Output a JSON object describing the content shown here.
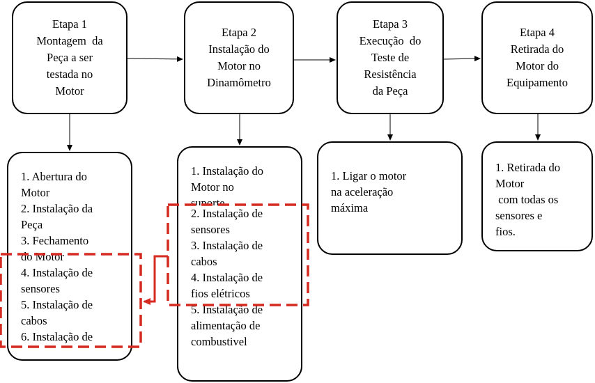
{
  "stages": [
    {
      "lines": [
        "Etapa 1",
        "Montagem  da",
        "Peça a ser",
        "testada no",
        "Motor"
      ]
    },
    {
      "lines": [
        "Etapa 2",
        "Instalação do",
        "Motor no",
        "Dinamômetro"
      ]
    },
    {
      "lines": [
        "Etapa 3",
        "Execução  do",
        "Teste de",
        "Resistência",
        "da Peça"
      ]
    },
    {
      "lines": [
        "Etapa 4",
        "Retirada do",
        "Motor do",
        "Equipamento"
      ]
    }
  ],
  "details": [
    {
      "lines": [
        "1. Abertura do",
        "Motor",
        "2. Instalação da",
        "Peça",
        "3. Fechamento",
        "do Motor",
        "4. Instalação de",
        "sensores",
        "5. Instalação de",
        "cabos",
        "6. Instalação de"
      ]
    },
    {
      "lines": [
        "1. Instalação do",
        "Motor no",
        "suporte",
        "2. Instalação de",
        "sensores",
        "3. Instalação de",
        "cabos",
        "4. Instalação de",
        "fios elétricos",
        "5. Instalação de",
        "alimentação de",
        "combustivel"
      ]
    },
    {
      "lines": [
        "1. Ligar o motor",
        "na aceleração",
        "máxima"
      ]
    },
    {
      "lines": [
        "1. Retirada do",
        "Motor",
        " com todas os",
        "sensores e",
        "fios."
      ]
    }
  ]
}
